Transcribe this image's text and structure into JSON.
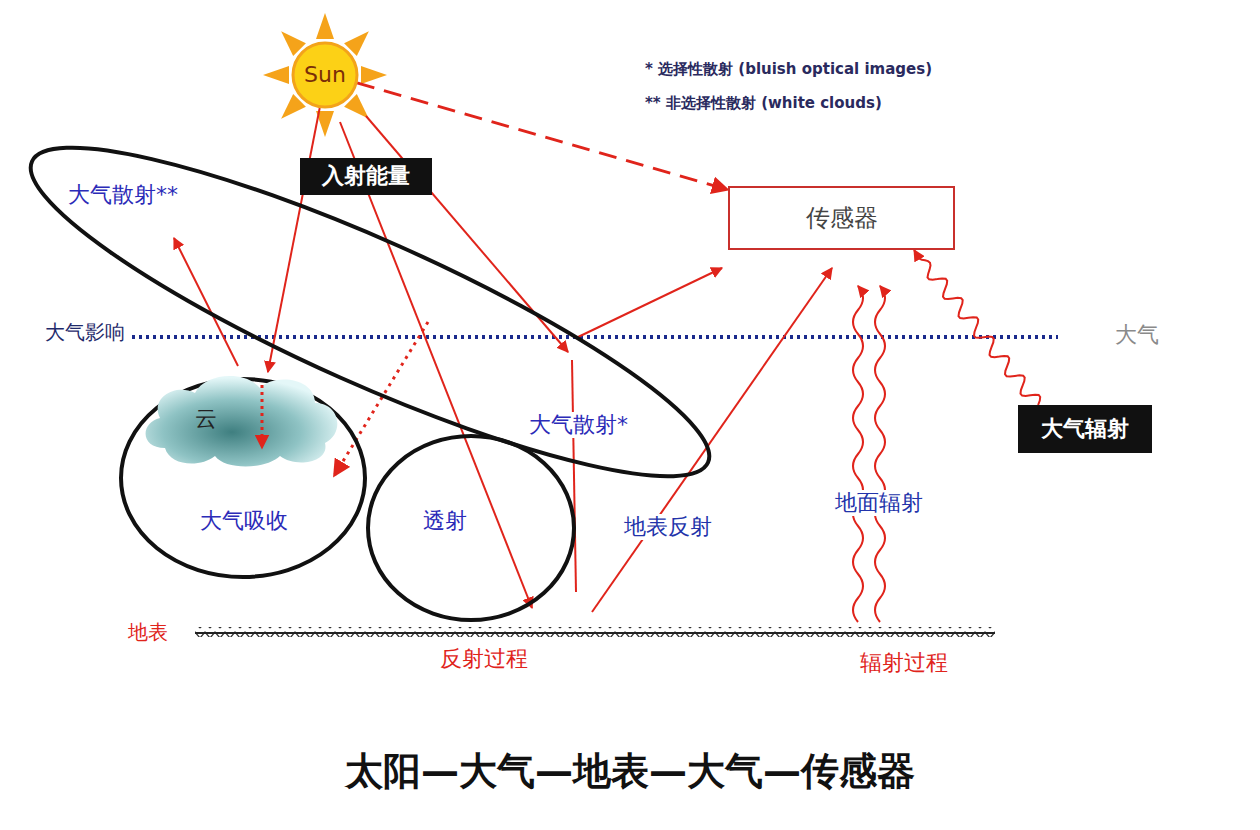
{
  "diagram": {
    "caption": "太阳—大气—地表—大气—传感器",
    "nodes": [
      {
        "text": [
          "Sun"
        ]
      },
      {
        "text": [
          "入射能量"
        ]
      },
      {
        "text": [
          "传感器"
        ]
      },
      {
        "text": [
          "大气散射**",
          "大气散射*"
        ]
      },
      {
        "text": [
          "大气吸收"
        ]
      },
      {
        "text": [
          "云"
        ],
        "in": 4
      },
      {
        "text": [
          "透射"
        ]
      },
      {
        "text": [
          "大气辐射"
        ]
      }
    ],
    "edges": [
      {
        "from": 0,
        "to": 2,
        "arrow": "to"
      },
      {
        "from": 0,
        "to": 5,
        "arrow": "to"
      },
      {
        "from": 7,
        "to": 2,
        "arrow": "to"
      }
    ],
    "labels": [
      "* 选择性散射 (bluish optical images)",
      "** 非选择性散射 (white clouds)",
      "大气影响",
      "大气",
      "地表反射",
      "地面辐射",
      "地表",
      "反射过程",
      "辐射过程"
    ]
  }
}
